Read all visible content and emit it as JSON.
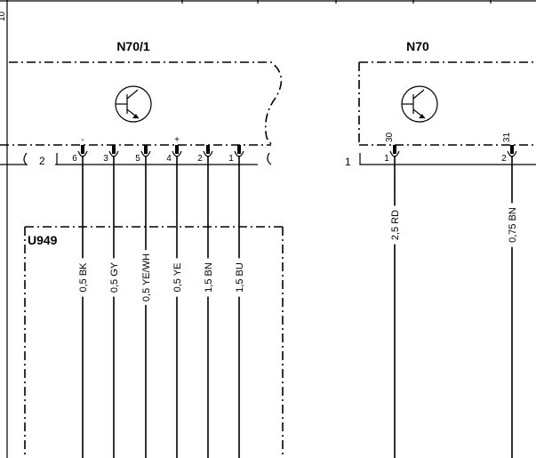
{
  "page_number": "10",
  "components": {
    "n70_1": {
      "label": "N70/1"
    },
    "n70": {
      "label": "N70"
    },
    "u949": {
      "label": "U949"
    }
  },
  "connectors": {
    "left_number": "2",
    "right_number": "1"
  },
  "n70_1_pins": [
    {
      "pin": "6",
      "mark": "-",
      "wire": "0,5 BK"
    },
    {
      "pin": "3",
      "mark": "",
      "wire": "0,5 GY"
    },
    {
      "pin": "5",
      "mark": "",
      "wire": "0,5 YE/WH"
    },
    {
      "pin": "4",
      "mark": "+",
      "wire": "0,5 YE"
    },
    {
      "pin": "2",
      "mark": "",
      "wire": "1,5 BN"
    },
    {
      "pin": "1",
      "mark": "",
      "wire": "1,5 BU"
    }
  ],
  "n70_pins": [
    {
      "pin": "1",
      "terminal": "30",
      "wire": "2,5 RD"
    },
    {
      "pin": "2",
      "terminal": "31",
      "wire": "0,75 BN"
    }
  ]
}
